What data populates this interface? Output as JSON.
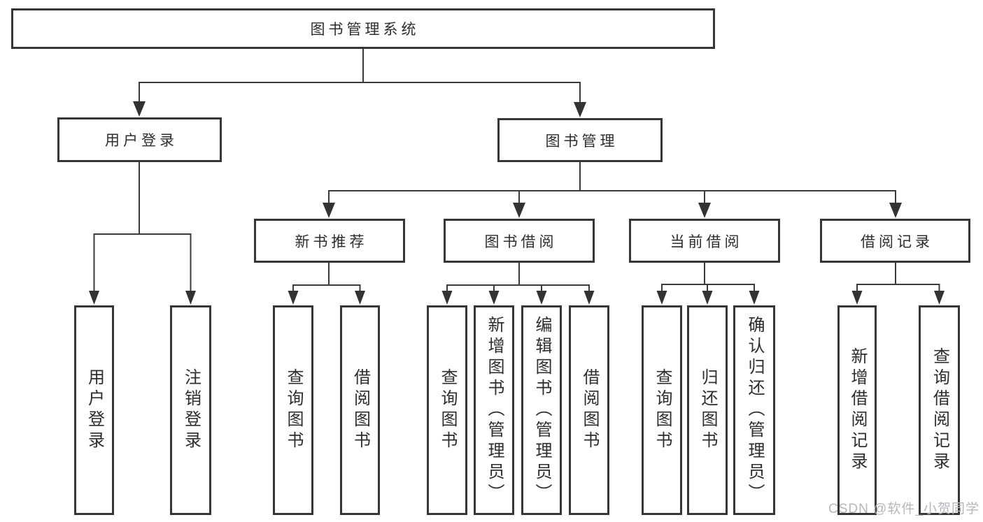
{
  "diagram": {
    "root": "图书管理系统",
    "level2": {
      "user_login": "用户登录",
      "book_management": "图书管理"
    },
    "user_login_children": {
      "login": "用户登录",
      "logout": "注销登录"
    },
    "book_management_children": {
      "new_book_recommend": "新书推荐",
      "book_borrowing": "图书借阅",
      "current_borrowing": "当前借阅",
      "borrowing_records": "借阅记录"
    },
    "new_book_recommend_children": {
      "query_books": "查询图书",
      "borrow_books": "借阅图书"
    },
    "book_borrowing_children": {
      "query_books": "查询图书",
      "add_books_admin": "新增图书（管理员）",
      "edit_books_admin": "编辑图书（管理员）",
      "borrow_books": "借阅图书"
    },
    "current_borrowing_children": {
      "query_books": "查询图书",
      "return_books": "归还图书",
      "confirm_return_admin": "确认归还（管理员）"
    },
    "borrowing_records_children": {
      "add_borrow_record": "新增借阅记录",
      "query_borrow_record": "查询借阅记录"
    }
  },
  "watermark": "CSDN @软件_小贺同学"
}
